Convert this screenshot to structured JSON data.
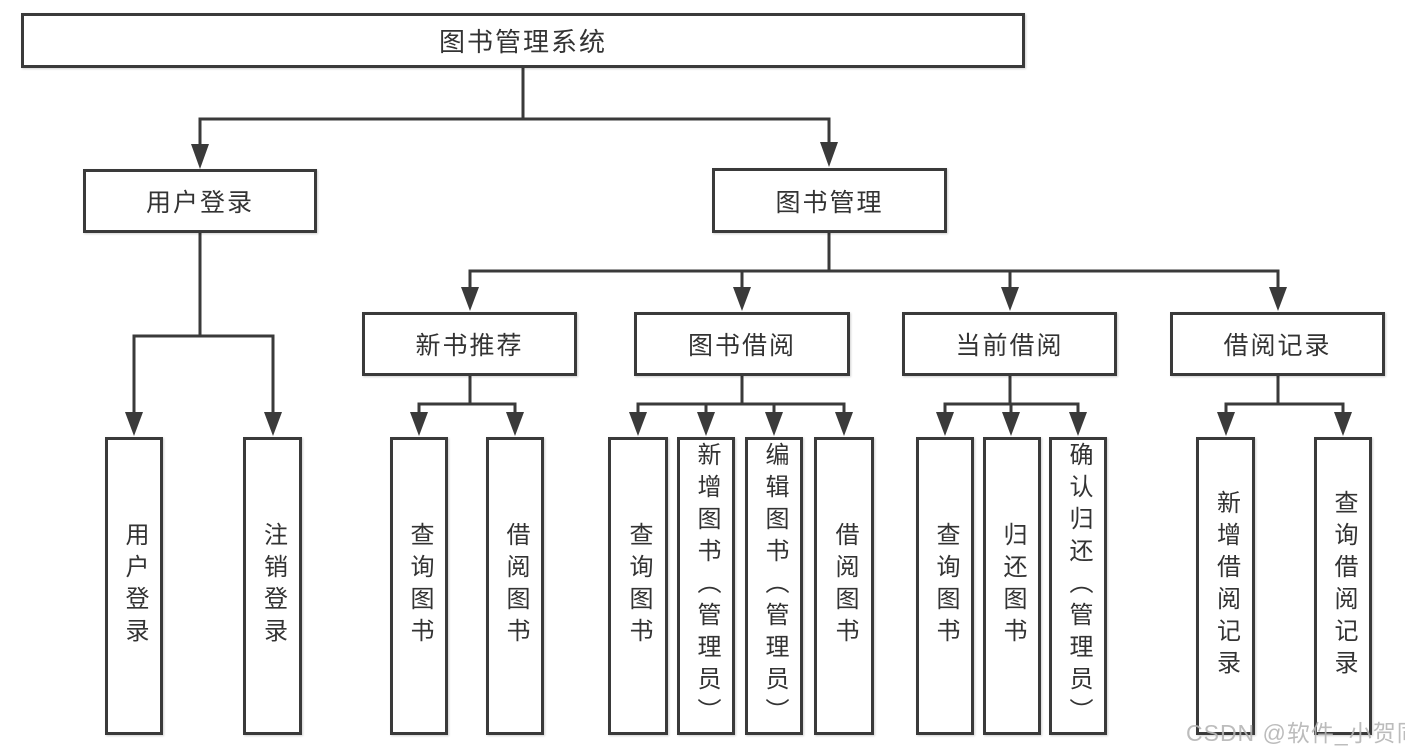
{
  "tree": {
    "root": "图书管理系统",
    "branches": [
      {
        "label": "用户登录",
        "children": [
          "用户登录",
          "注销登录"
        ]
      },
      {
        "label": "图书管理",
        "children": [
          {
            "label": "新书推荐",
            "children": [
              "查询图书",
              "借阅图书"
            ]
          },
          {
            "label": "图书借阅",
            "children": [
              "查询图书",
              "新增图书（管理员）",
              "编辑图书（管理员）",
              "借阅图书"
            ]
          },
          {
            "label": "当前借阅",
            "children": [
              "查询图书",
              "归还图书",
              "确认归还（管理员）"
            ]
          },
          {
            "label": "借阅记录",
            "children": [
              "新增借阅记录",
              "查询借阅记录"
            ]
          }
        ]
      }
    ]
  },
  "watermark": "CSDN @软件_小贺同学",
  "colors": {
    "line": "#3a3a3a",
    "text": "#333333",
    "watermark": "#b5b5b5",
    "background": "#ffffff"
  }
}
